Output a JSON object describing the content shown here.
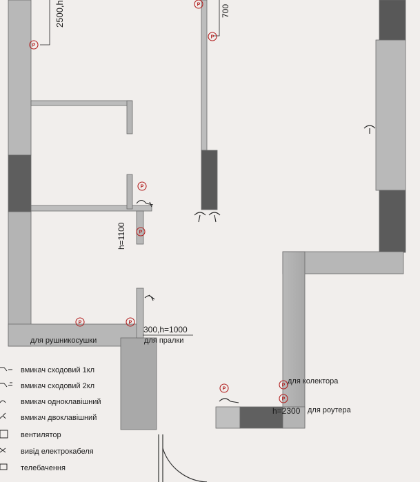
{
  "dimensions": {
    "d2500": "2500,h",
    "d700": "700",
    "h1100": "h=1100",
    "d300": "300,h=1000",
    "h2300": "h=2300"
  },
  "labels": {
    "towel_dryer": "для рушникосушки",
    "washer": "для пралки",
    "collector": "для колектора",
    "router": "для роутера"
  },
  "outlet_symbol": "P",
  "legend": [
    {
      "icon": "switch-stair-1-icon",
      "label": "вмикач сходовий 1кл"
    },
    {
      "icon": "switch-stair-2-icon",
      "label": "вмикач сходовий 2кл"
    },
    {
      "icon": "switch-single-icon",
      "label": "вмикач одноклавішний"
    },
    {
      "icon": "switch-double-icon",
      "label": "вмикач двоклавішний"
    },
    {
      "icon": "fan-icon",
      "label": "вентилятор"
    },
    {
      "icon": "cable-outlet-icon",
      "label": "вивід електрокабеля"
    },
    {
      "icon": "tv-icon",
      "label": "телебачення"
    }
  ]
}
